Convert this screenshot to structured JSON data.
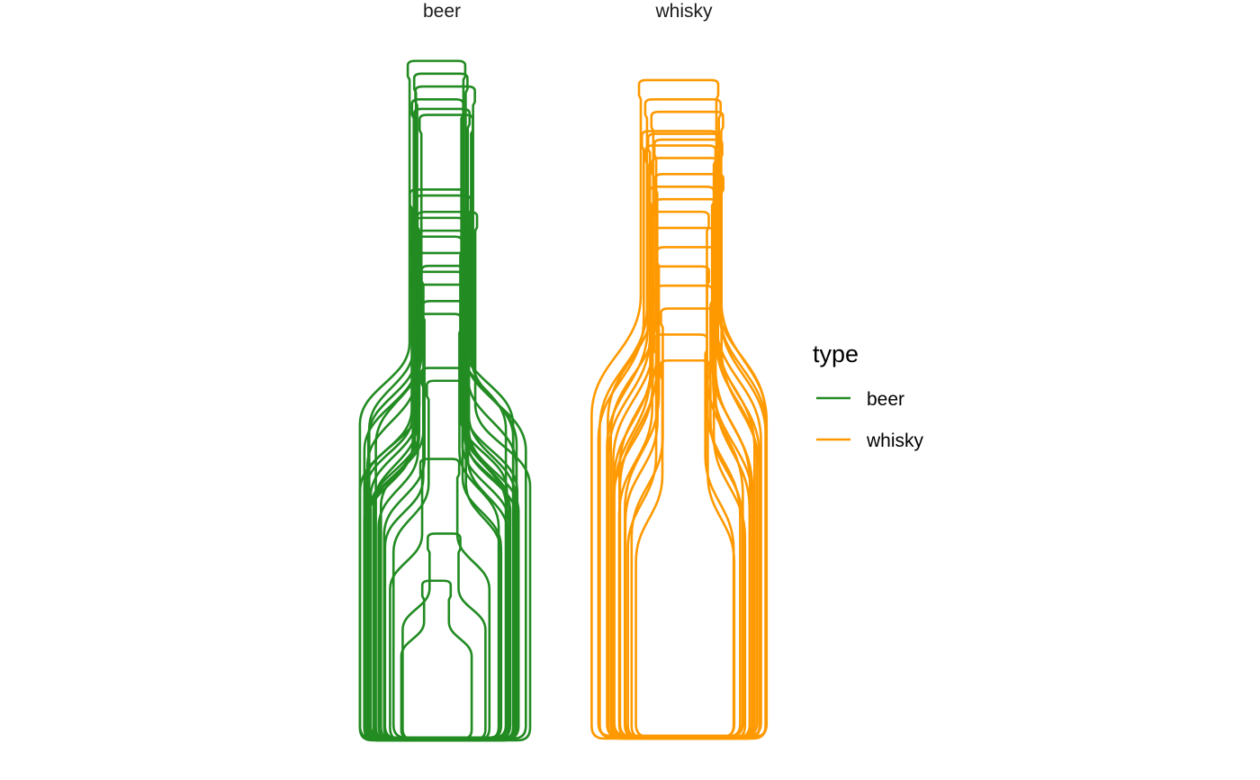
{
  "chart_data": {
    "type": "line",
    "facets": [
      "beer",
      "whisky"
    ],
    "legend": {
      "title": "type",
      "position": "right",
      "items": [
        {
          "label": "beer",
          "color": "#228B22"
        },
        {
          "label": "whisky",
          "color": "#FF9900"
        }
      ]
    },
    "grid": false,
    "axes_visible": false,
    "series": [
      {
        "name": "beer",
        "color": "#228B22",
        "outlines": [
          {
            "height": 0.99,
            "body_width": 0.74,
            "neck_width": 0.26,
            "shoulder": 0.46,
            "neck_start": 0.58
          },
          {
            "height": 0.97,
            "body_width": 0.7,
            "neck_width": 0.24,
            "shoulder": 0.44,
            "neck_start": 0.56
          },
          {
            "height": 0.95,
            "body_width": 0.78,
            "neck_width": 0.27,
            "shoulder": 0.42,
            "neck_start": 0.55
          },
          {
            "height": 0.93,
            "body_width": 0.66,
            "neck_width": 0.23,
            "shoulder": 0.45,
            "neck_start": 0.57
          },
          {
            "height": 0.92,
            "body_width": 0.72,
            "neck_width": 0.25,
            "shoulder": 0.4,
            "neck_start": 0.53
          },
          {
            "height": 0.91,
            "body_width": 0.68,
            "neck_width": 0.24,
            "shoulder": 0.43,
            "neck_start": 0.56
          },
          {
            "height": 0.8,
            "body_width": 0.76,
            "neck_width": 0.26,
            "shoulder": 0.36,
            "neck_start": 0.48
          },
          {
            "height": 0.79,
            "body_width": 0.7,
            "neck_width": 0.25,
            "shoulder": 0.35,
            "neck_start": 0.47
          },
          {
            "height": 0.77,
            "body_width": 0.8,
            "neck_width": 0.27,
            "shoulder": 0.37,
            "neck_start": 0.49
          },
          {
            "height": 0.76,
            "body_width": 0.64,
            "neck_width": 0.22,
            "shoulder": 0.34,
            "neck_start": 0.46
          },
          {
            "height": 0.74,
            "body_width": 0.72,
            "neck_width": 0.24,
            "shoulder": 0.33,
            "neck_start": 0.45
          },
          {
            "height": 0.73,
            "body_width": 0.68,
            "neck_width": 0.23,
            "shoulder": 0.36,
            "neck_start": 0.47
          },
          {
            "height": 0.71,
            "body_width": 0.74,
            "neck_width": 0.25,
            "shoulder": 0.32,
            "neck_start": 0.44
          },
          {
            "height": 0.69,
            "body_width": 0.62,
            "neck_width": 0.21,
            "shoulder": 0.34,
            "neck_start": 0.45
          },
          {
            "height": 0.68,
            "body_width": 0.7,
            "neck_width": 0.24,
            "shoulder": 0.31,
            "neck_start": 0.43
          },
          {
            "height": 0.66,
            "body_width": 0.66,
            "neck_width": 0.22,
            "shoulder": 0.33,
            "neck_start": 0.44
          },
          {
            "height": 0.64,
            "body_width": 0.6,
            "neck_width": 0.21,
            "shoulder": 0.3,
            "neck_start": 0.41
          },
          {
            "height": 0.62,
            "body_width": 0.58,
            "neck_width": 0.2,
            "shoulder": 0.31,
            "neck_start": 0.42
          },
          {
            "height": 0.54,
            "body_width": 0.56,
            "neck_width": 0.19,
            "shoulder": 0.28,
            "neck_start": 0.38
          },
          {
            "height": 0.52,
            "body_width": 0.52,
            "neck_width": 0.18,
            "shoulder": 0.27,
            "neck_start": 0.37
          },
          {
            "height": 0.41,
            "body_width": 0.48,
            "neck_width": 0.17,
            "shoulder": 0.22,
            "neck_start": 0.3
          },
          {
            "height": 0.3,
            "body_width": 0.4,
            "neck_width": 0.14,
            "shoulder": 0.16,
            "neck_start": 0.22
          },
          {
            "height": 0.23,
            "body_width": 0.34,
            "neck_width": 0.12,
            "shoulder": 0.12,
            "neck_start": 0.17
          }
        ]
      },
      {
        "name": "whisky",
        "color": "#FF9900",
        "outlines": [
          {
            "height": 0.98,
            "body_width": 0.92,
            "neck_width": 0.4,
            "shoulder": 0.48,
            "neck_start": 0.66
          },
          {
            "height": 0.95,
            "body_width": 0.88,
            "neck_width": 0.38,
            "shoulder": 0.46,
            "neck_start": 0.64
          },
          {
            "height": 0.93,
            "body_width": 0.84,
            "neck_width": 0.36,
            "shoulder": 0.47,
            "neck_start": 0.65
          },
          {
            "height": 0.9,
            "body_width": 0.86,
            "neck_width": 0.38,
            "shoulder": 0.44,
            "neck_start": 0.62
          },
          {
            "height": 0.9,
            "body_width": 0.8,
            "neck_width": 0.36,
            "shoulder": 0.42,
            "neck_start": 0.6
          },
          {
            "height": 0.89,
            "body_width": 0.82,
            "neck_width": 0.34,
            "shoulder": 0.45,
            "neck_start": 0.63
          },
          {
            "height": 0.88,
            "body_width": 0.78,
            "neck_width": 0.35,
            "shoulder": 0.43,
            "neck_start": 0.61
          },
          {
            "height": 0.86,
            "body_width": 0.76,
            "neck_width": 0.33,
            "shoulder": 0.41,
            "neck_start": 0.59
          },
          {
            "height": 0.84,
            "body_width": 0.74,
            "neck_width": 0.34,
            "shoulder": 0.4,
            "neck_start": 0.58
          },
          {
            "height": 0.82,
            "body_width": 0.72,
            "neck_width": 0.32,
            "shoulder": 0.38,
            "neck_start": 0.56
          },
          {
            "height": 0.8,
            "body_width": 0.7,
            "neck_width": 0.31,
            "shoulder": 0.37,
            "neck_start": 0.55
          },
          {
            "height": 0.78,
            "body_width": 0.68,
            "neck_width": 0.3,
            "shoulder": 0.36,
            "neck_start": 0.54
          },
          {
            "height": 0.76,
            "body_width": 0.74,
            "neck_width": 0.32,
            "shoulder": 0.35,
            "neck_start": 0.53
          },
          {
            "height": 0.73,
            "body_width": 0.66,
            "neck_width": 0.3,
            "shoulder": 0.34,
            "neck_start": 0.51
          },
          {
            "height": 0.7,
            "body_width": 0.64,
            "neck_width": 0.29,
            "shoulder": 0.33,
            "neck_start": 0.49
          },
          {
            "height": 0.67,
            "body_width": 0.62,
            "neck_width": 0.28,
            "shoulder": 0.32,
            "neck_start": 0.47
          },
          {
            "height": 0.64,
            "body_width": 0.6,
            "neck_width": 0.27,
            "shoulder": 0.3,
            "neck_start": 0.45
          },
          {
            "height": 0.6,
            "body_width": 0.56,
            "neck_width": 0.26,
            "shoulder": 0.28,
            "neck_start": 0.42
          },
          {
            "height": 0.56,
            "body_width": 0.52,
            "neck_width": 0.24,
            "shoulder": 0.26,
            "neck_start": 0.39
          }
        ]
      }
    ]
  }
}
